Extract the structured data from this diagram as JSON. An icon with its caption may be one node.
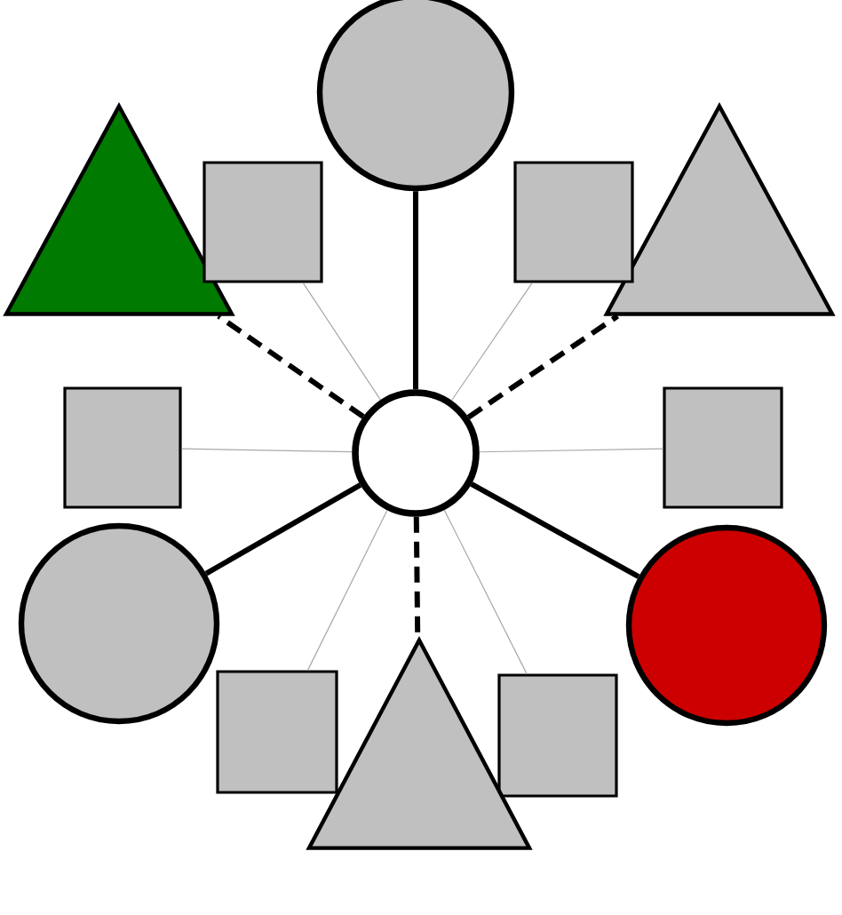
{
  "diagram": {
    "nodes": [
      {
        "text": [],
        "shape": "circle"
      },
      {
        "text": [],
        "shape": "triangle"
      },
      {
        "text": [],
        "shape": "triangle"
      },
      {
        "text": [],
        "shape": "box"
      },
      {
        "text": [],
        "shape": "box"
      },
      {
        "text": [],
        "shape": "circle"
      },
      {
        "text": [],
        "shape": "box"
      },
      {
        "text": [],
        "shape": "box"
      },
      {
        "text": [],
        "shape": "circle"
      },
      {
        "text": [],
        "shape": "circle"
      },
      {
        "text": [],
        "shape": "box"
      },
      {
        "text": [],
        "shape": "box"
      },
      {
        "text": [],
        "shape": "triangle"
      }
    ],
    "edges": [
      {
        "from": 5,
        "to": 0,
        "arrow": "none",
        "style": "thick"
      },
      {
        "from": 5,
        "to": 1,
        "arrow": "none",
        "style": "dashed"
      },
      {
        "from": 5,
        "to": 2,
        "arrow": "none",
        "style": "dashed"
      },
      {
        "from": 5,
        "to": 3,
        "arrow": "none",
        "color": "#a8a8a8"
      },
      {
        "from": 5,
        "to": 4,
        "arrow": "none",
        "color": "#a8a8a8"
      },
      {
        "from": 5,
        "to": 6,
        "arrow": "none",
        "color": "#a8a8a8"
      },
      {
        "from": 5,
        "to": 7,
        "arrow": "none",
        "color": "#a8a8a8"
      },
      {
        "from": 5,
        "to": 8,
        "arrow": "none",
        "style": "thick"
      },
      {
        "from": 5,
        "to": 9,
        "arrow": "none",
        "style": "thick"
      },
      {
        "from": 5,
        "to": 10,
        "arrow": "none",
        "color": "#a8a8a8"
      },
      {
        "from": 5,
        "to": 11,
        "arrow": "none",
        "color": "#a8a8a8"
      },
      {
        "from": 5,
        "to": 12,
        "arrow": "none",
        "style": "dashed"
      }
    ]
  }
}
